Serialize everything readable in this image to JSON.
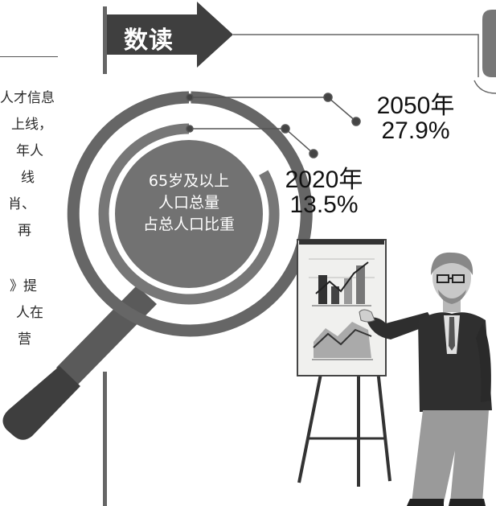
{
  "badge": {
    "label": "数读"
  },
  "side_text": [
    {
      "text": "人才信息"
    },
    {
      "text": "上线，"
    },
    {
      "text": "年人"
    },
    {
      "text": "线"
    },
    {
      "text": "肖、"
    },
    {
      "text": "再"
    },
    {
      "text": "》提"
    },
    {
      "text": "人在"
    },
    {
      "text": "营"
    }
  ],
  "center_label": {
    "lines": [
      "65岁及以上",
      "人口总量",
      "占总人口比重"
    ]
  },
  "chart_data": {
    "type": "radial-bar",
    "title": "65岁及以上人口总量占总人口比重",
    "categories": [
      "2050年",
      "2020年"
    ],
    "values": [
      27.9,
      13.5
    ],
    "value_labels": [
      "27.9%",
      "13.5%"
    ],
    "unit": "%"
  },
  "colors": {
    "dark": "#3a3a3a",
    "mid": "#6e6e6e",
    "light": "#9a9a9a",
    "board": "#f3f3f1"
  }
}
